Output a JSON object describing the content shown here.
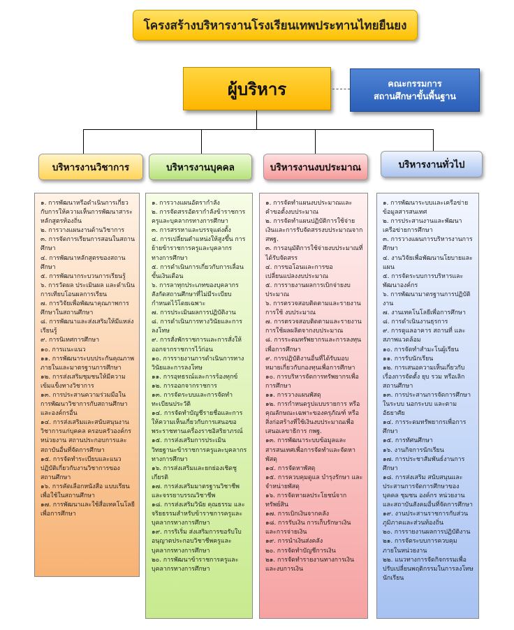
{
  "title": "โครงสร้างบริหารงานโรงเรียนเทพประทานไทยยืนยง",
  "executive": "ผู้บริหาร",
  "committee": {
    "line1": "คณะกรรมการ",
    "line2": "สถานศึกษาขั้นพื้นฐาน"
  },
  "departments": [
    {
      "name": "บริหารงานวิชาการ",
      "tasks": [
        "๑. การพัฒนาหรือดำเนินการเกี่ยวกับการให้ความเห็นการพัฒนาสาระหลักสูตรท้องถิ่น",
        "๒. การวางแผนงานด้านวิชาการ",
        "๓. การจัดการเรียนการสอนในสถานศึกษา",
        "๔. การพัฒนาหลักสูตรของสถานศึกษา",
        "๕. การพัฒนากระบวนการเรียนรู้",
        "๖. การวัดผล ประเมินผล และดำเนินการเทียบโอนผลการเรียน",
        "๗. การวิจัยเพื่อพัฒนาคุณภาพการศึกษาในสถานศึกษา",
        "๘. การพัฒนาและส่งเสริมให้มีแหล่งเรียนรู้",
        "๙. การนิเทศการศึกษา",
        "๑๐. การแนะแนว",
        "๑๑. การพัฒนาระบบประกันคุณภาพภายในและมาตรฐานการศึกษา",
        "๑๒. การส่งเสริมชุมชนให้มีความเข้มแข็งทางวิชาการ",
        "๑๓. การประสานความร่วมมือในการพัฒนาวิชาการกับสถานศึกษาและองค์กรอื่น",
        "๑๔. การส่งเสริมและสนับสนุนงานวิชาการแก่บุคคล ครอบครัวองค์กร หน่วยงาน สถานประกอบการและสถาบันอื่นที่จัดการศึกษา",
        "๑๕. การจัดทำระเบียบและแนวปฏิบัติเกี่ยวกับงานวิชาการของสถานศึกษา",
        "๑๖. การคัดเลือกหนังสือ แบบเรียนเพื่อใช้ในสถานศึกษา",
        "๑๗. การพัฒนาและใช้สื่อเทคโนโลยีเพื่อการศึกษา"
      ]
    },
    {
      "name": "บริหารงานบุคคล",
      "tasks": [
        "๑. การวางแผนอัตรากำลัง",
        "๒. การจัดสรรอัตรากำลังข้าราชการครูและบุคลากรทางการศึกษา",
        "๓. การสรรหาและบรรจุแต่งตั้ง",
        "๔. การเปลี่ยนตำแหน่งให้สูงขึ้น การย้ายข้าราชการครูและบุคลากรทางการศึกษา",
        "๕. การดำเนินการเกี่ยวกับการเลื่อนขั้นเงินเดือน",
        "๖. การลาทุกประเภทของบุคลากรสังกัดสถานศึกษาที่ไม่มีระเบียบกำหนดไว้โดยเฉพาะ",
        "๗. การประเมินผลการปฏิบัติงาน",
        "๘. การดำเนินการทางวินัยและการลงโทษ",
        "๙. การสั่งพักราชการและการสั่งให้ออกจากราชการไว้ก่อน",
        "๑๐. การรายงานการดำเนินการทางวินัยและการลงโทษ",
        "๑๑. การอุทธรณ์และการร้องทุกข์",
        "๑๒. การออกจากราชการ",
        "๑๓. การจัดระบบและการจัดทำทะเบียนประวัติ",
        "๑๔. การจัดทำบัญชีรายชื่อและการให้ความเห็นเกี่ยวกับการเสนอขอพระราชทานเครื่องราชอิสริยาภรณ์",
        "๑๕. การส่งเสริมการประเมินวิทยฐานะข้าราชการครูและบุคลากรทางการศึกษา",
        "๑๖. การส่งเสริมและยกย่องเชิดชูเกียรติ",
        "๑๗. การส่งเสริมมาตรฐานวิชาชีพและจรรยาบรรณวิชาชีพ",
        "๑๘. การส่งเสริมวินัย คุณธรรม และจริยธรรมสำหรับข้าราชการครูและบุคลากรทางการศึกษา",
        "๑๙. การริเริ่ม ส่งเสริมการขอรับใบอนุญาตประกอบวิชาชีพครูและบุคลากรทางการศึกษา",
        "๒๐. การพัฒนาข้าราชการครูและบุคลากรทางการศึกษา"
      ]
    },
    {
      "name": "บริหารงานงบประมาณ",
      "tasks": [
        "๑. การจัดทำแผนงบประมาณและคำขอตั้งงบประมาณ",
        "๒. การจัดทำแผนปฏิบัติการใช้จ่ายเงินและการรับจัดสรรงบประมาณจาก สพฐ.",
        "๓. การอนุมัติการใช้จ่ายงบประมาณที่ได้รับจัดสรร",
        "๔. การขอโอนและการขอเปลี่ยนแปลงงบประมาณ",
        "๕. การรายงานผลการเบิกจ่ายงบประมาณ",
        "๖. การตรวจสอบติดตามและรายงานการใช้ งบประมาณ",
        "๗. การตรวจสอบติดตามและรายงานการใช้ผลผลิตจากงบประมาณ",
        "๘. การระดมทรัพยากรและการลงทุนเพื่อการศึกษา",
        "๙. การปฏิบัติงานอื่นที่ได้รับมอบหมายเกี่ยวกับกองทุนเพื่อการศึกษา",
        "๑๐. การบริหารจัดการทรัพยากรเพื่อการศึกษา",
        "๑๑. การวางแผนพัสดุ",
        "๑๒. การกำหนดรูปแบบรายการ หรือคุณลักษณะเฉพาะของครุภัณฑ์ หรือสิ่งก่อสร้างที่ใช้เงินงบประมาณเพื่อเสนอเลขาธิการ กพฐ.",
        "๑๓. การพัฒนาระบบข้อมูลและสารสนเทศเพื่อการจัดทำและจัดหาพัสดุ",
        "๑๔. การจัดหาพัสดุ",
        "๑๕. การควบคุมดูแล บำรุงรักษา และจำหน่ายพัสดุ",
        "๑๖. การจัดหาผลประโยชน์จากทรัพย์สิน",
        "๑๗. การเบิกเงินจากคลัง",
        "๑๘. การรับเงิน การเก็บรักษาเงิน และการจ่ายเงิน",
        "๑๙. การนำเงินส่งคลัง",
        "๒๐. การจัดทำบัญชีการเงิน",
        "๒๑. การจัดทำรายงานทางการเงินและงบการเงิน"
      ]
    },
    {
      "name": "บริหารงานทั่วไป",
      "tasks": [
        "๑. การพัฒนาระบบและเครือข่ายข้อมูลสารสนเทศ",
        "๒. การประสานงานและพัฒนาเครือข่ายการศึกษา",
        "๓. การวางแผนการบริหารงานการศึกษา",
        "๔. งานวิจัยเพื่อพัฒนานโยบายและแผน",
        "๕. การจัดระบบการบริหารและพัฒนาองค์กร",
        "๖. การพัฒนามาตรฐานการปฏิบัติงาน",
        "๗. งานเทคโนโลยีเพื่อการศึกษา",
        "๘. การดำเนินงานธุรการ",
        "๙. การดูแลอาคาร สถานที่ และสภาพแวดล้อม",
        "๑๐. การจัดทำสำมะโนผู้เรียน",
        "๑๑. การรับนักเรียน",
        "๑๒. การเสนอความเห็นเกี่ยวกับเรื่องการจัดตั้ง ยุบ รวม หรือเลิก สถานศึกษา",
        "๑๓. การประสานการจัดการศึกษาในระบบ นอกระบบ และตามอัธยาศัย",
        "๑๔. การระดมทรัพยากรเพื่อการศึกษา",
        "๑๕. การทัศนศึกษา",
        "๑๖. งานกิจการนักเรียน",
        "๑๗. การประชาสัมพันธ์งานการศึกษา",
        "๑๘. การส่งเสริม สนับสนุนและประสานการจัดการศึกษาของบุคคล ชุมชน องค์กร หน่วยงานและสถาบันสังคมอื่นที่จัดการศึกษา",
        "๑๙. งานประสานราชการกับส่วนภูมิภาคและส่วนท้องถิ่น",
        "๒๐. การรายงานผลการปฏิบัติงาน",
        "๒๑. การจัดระบบการควบคุมภายในหน่วยงาน",
        "๒๒. แนวทางการจัดกิจกรรมเพื่อปรับเปลี่ยนพฤติกรรมในการลงโทษนักเรียน"
      ]
    }
  ]
}
